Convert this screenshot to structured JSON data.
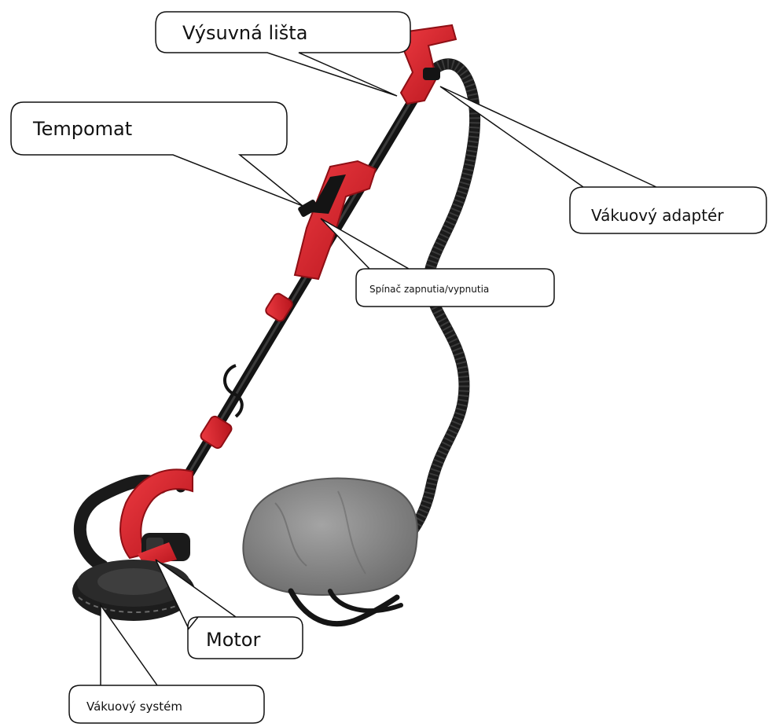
{
  "diagram": {
    "labels": {
      "extension_bar": "Výsuvná lišta",
      "tempomat": "Tempomat",
      "vacuum_adapter": "Vákuový adaptér",
      "power_switch": "Spínač zapnutia/vypnutia",
      "motor": "Motor",
      "vacuum_system": "Vákuový systém"
    },
    "colors": {
      "tool_red": "#d8222b",
      "tool_black": "#141414",
      "dust_bag": "#8a8a8a",
      "callout_border": "#111111"
    }
  }
}
